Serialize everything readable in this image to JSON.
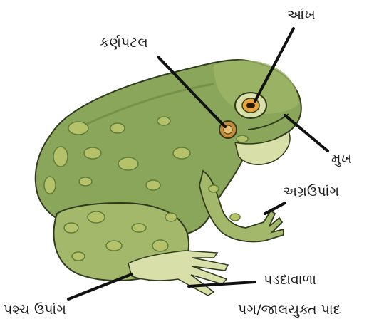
{
  "labels": {
    "eye": "આંખ",
    "tympanum": "કર્ણપટલ",
    "mouth": "મુખ",
    "forelimb": "અગ્રઉપાંગ",
    "hindlimb": "પશ્ચ ઉપાંગ",
    "webbed_foot_line1": "પડદાવાળા",
    "webbed_foot_line2": "પગ/જાલયુક્ત પાદ"
  },
  "colors": {
    "skin": "#8aa65a",
    "skin_dark": "#5f7d3a",
    "belly": "#d8dfa8",
    "spots": "#7a8d3a",
    "spot_fill": "#b5c26a",
    "outline": "#2f3b1d",
    "eye_iris": "#e8a33b",
    "pointer": "#111111"
  }
}
